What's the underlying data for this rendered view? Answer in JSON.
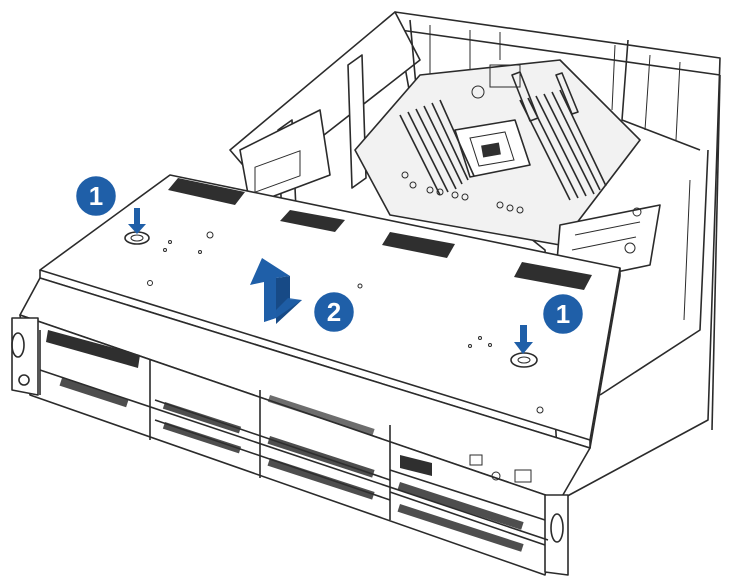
{
  "diagram": {
    "subject": "server-chassis-top-cover-removal",
    "colors": {
      "callout": "#1f5fa8",
      "callout_dark": "#174a86",
      "line": "#2b2b2b"
    },
    "callouts": [
      {
        "id": "left-screw",
        "label": "1"
      },
      {
        "id": "lift-cover",
        "label": "2"
      },
      {
        "id": "right-screw",
        "label": "1"
      }
    ]
  }
}
